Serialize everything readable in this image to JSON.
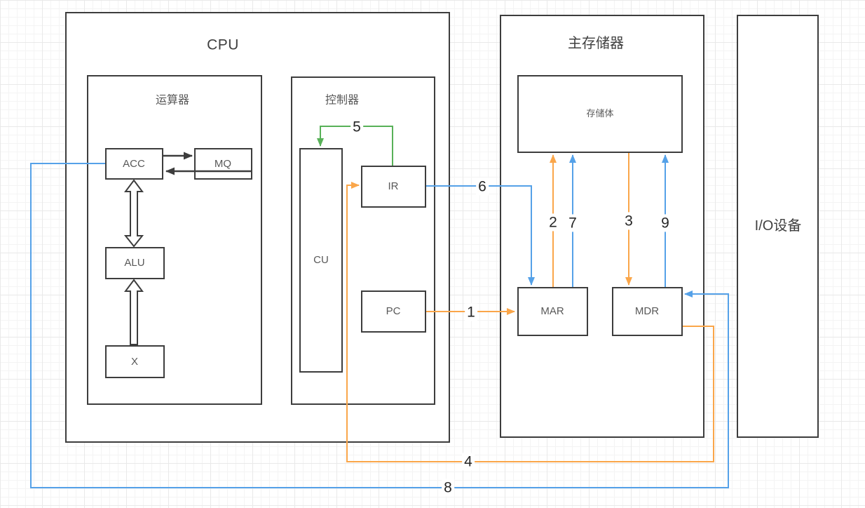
{
  "boxes": {
    "cpu": {
      "label": "CPU"
    },
    "alu_unit": {
      "label": "运算器"
    },
    "controller": {
      "label": "控制器"
    },
    "acc": {
      "label": "ACC"
    },
    "mq": {
      "label": "MQ"
    },
    "alu": {
      "label": "ALU"
    },
    "x": {
      "label": "X"
    },
    "cu": {
      "label": "CU"
    },
    "ir": {
      "label": "IR"
    },
    "pc": {
      "label": "PC"
    },
    "main_memory": {
      "label": "主存储器"
    },
    "storage_body": {
      "label": "存储体"
    },
    "mar": {
      "label": "MAR"
    },
    "mdr": {
      "label": "MDR"
    },
    "io_device": {
      "label": "I/O设备"
    }
  },
  "arrows": [
    {
      "num": "1",
      "color": "orange",
      "from": "PC",
      "to": "MAR"
    },
    {
      "num": "2",
      "color": "orange",
      "from": "MAR",
      "to": "存储体"
    },
    {
      "num": "3",
      "color": "orange",
      "from": "存储体",
      "to": "MDR"
    },
    {
      "num": "4",
      "color": "orange",
      "from": "MDR",
      "to": "IR"
    },
    {
      "num": "5",
      "color": "green",
      "from": "IR",
      "to": "CU"
    },
    {
      "num": "6",
      "color": "blue",
      "from": "IR",
      "to": "MAR"
    },
    {
      "num": "7",
      "color": "blue",
      "from": "MAR",
      "to": "存储体"
    },
    {
      "num": "8",
      "color": "blue",
      "from": "ACC",
      "to": "MDR"
    },
    {
      "num": "9",
      "color": "blue",
      "from": "MDR",
      "to": "存储体"
    }
  ],
  "black_links": [
    {
      "from": "ACC",
      "to": "MQ",
      "style": "filled-arrow"
    },
    {
      "from": "MQ",
      "to": "ACC",
      "style": "filled-arrow"
    },
    {
      "from": "ACC",
      "to": "ALU",
      "style": "hollow-double-arrow"
    },
    {
      "from": "X",
      "to": "ALU",
      "style": "hollow-arrow"
    }
  ],
  "colors": {
    "orange": "#faa64a",
    "blue": "#55a1e8",
    "green": "#58b158",
    "stroke": "#3d3d3d",
    "text": "#404040",
    "subtext": "#595959",
    "number": "#262626"
  }
}
